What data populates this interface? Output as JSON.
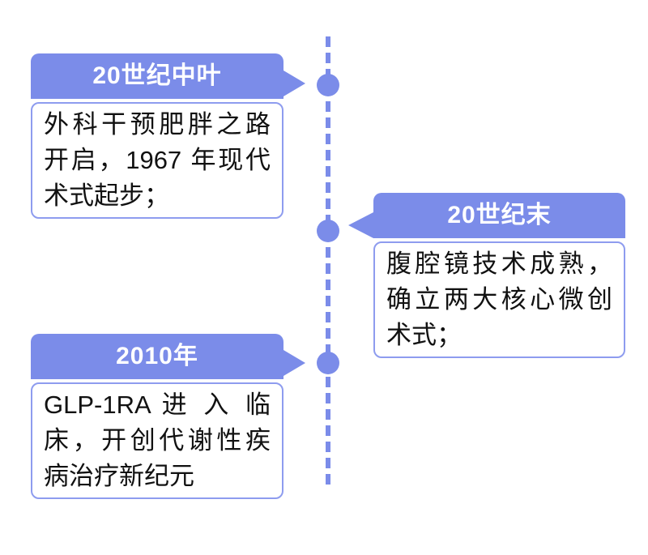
{
  "colors": {
    "background": "#ffffff",
    "accent": "#7b8ce9",
    "card_border": "#8e9cef",
    "header_text": "#ffffff",
    "body_text": "#111111"
  },
  "events": [
    {
      "label": "20世纪中叶",
      "side": "left",
      "lines": [
        "外科干预肥胖之路",
        "开启，1967 年现代",
        "术式起步；"
      ]
    },
    {
      "label": "20世纪末",
      "side": "right",
      "lines": [
        "腹腔镜技术成熟，",
        "确立两大核心微创",
        "术式；"
      ]
    },
    {
      "label": "2010年",
      "side": "left",
      "lines": [
        "GLP-1RA 进 入 临",
        "床，开创代谢性疾",
        "病治疗新纪元"
      ]
    }
  ]
}
